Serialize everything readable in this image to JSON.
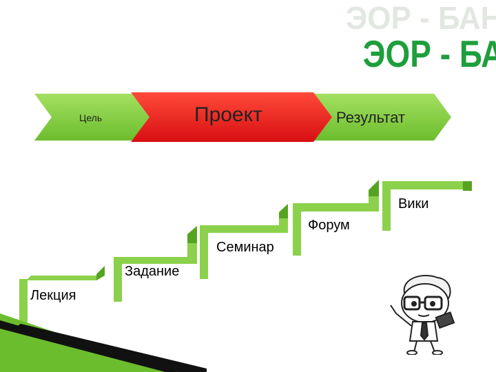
{
  "logo": {
    "text": "ЭОР - БАНК",
    "color": "#1e9e3c",
    "shadow_color": "#cfd8d0"
  },
  "flow": {
    "items": [
      {
        "label": "Цель",
        "color": "#8bd14b"
      },
      {
        "label": "Проект",
        "color": "#ee1c1c"
      },
      {
        "label": "Результат",
        "color": "#8bd14b"
      }
    ]
  },
  "staircase": {
    "steps": [
      {
        "label": "Лекция"
      },
      {
        "label": "Задание"
      },
      {
        "label": "Семинар"
      },
      {
        "label": "Форум"
      },
      {
        "label": "Вики"
      }
    ],
    "bar_color": "#8bd14b",
    "bar_dark": "#56a322"
  },
  "mascot": {
    "icon": "cartoon-student-with-glasses-icon",
    "note": ""
  }
}
